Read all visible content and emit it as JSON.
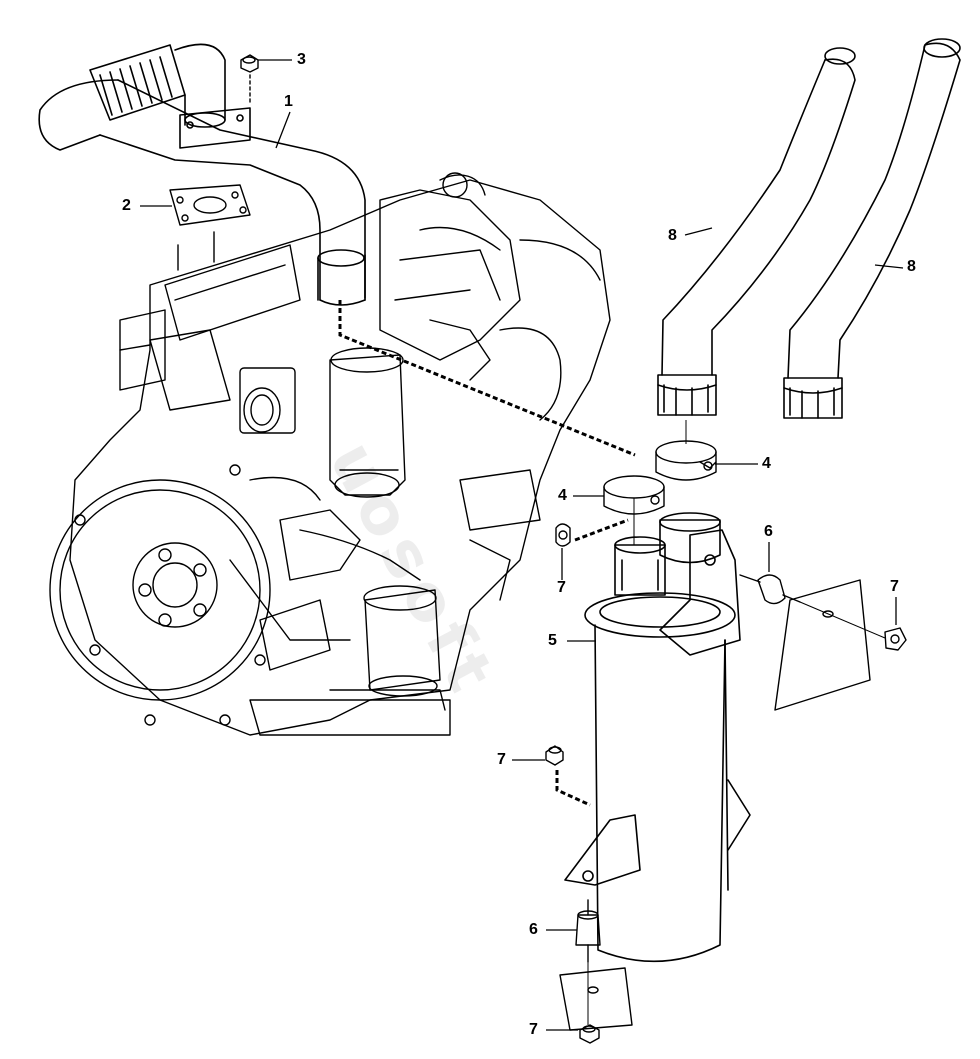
{
  "diagram": {
    "callouts": [
      {
        "id": "c3",
        "label": "3"
      },
      {
        "id": "c1",
        "label": "1"
      },
      {
        "id": "c2",
        "label": "2"
      },
      {
        "id": "c8a",
        "label": "8"
      },
      {
        "id": "c8b",
        "label": "8"
      },
      {
        "id": "c4a",
        "label": "4"
      },
      {
        "id": "c4b",
        "label": "4"
      },
      {
        "id": "c6a",
        "label": "6"
      },
      {
        "id": "c7a",
        "label": "7"
      },
      {
        "id": "c7b",
        "label": "7"
      },
      {
        "id": "c5",
        "label": "5"
      },
      {
        "id": "c7c",
        "label": "7"
      },
      {
        "id": "c6b",
        "label": "6"
      },
      {
        "id": "c7d",
        "label": "7"
      }
    ],
    "watermark": "uosoft",
    "colors": {
      "line": "#000000",
      "watermark": "#e6e6e6"
    }
  }
}
